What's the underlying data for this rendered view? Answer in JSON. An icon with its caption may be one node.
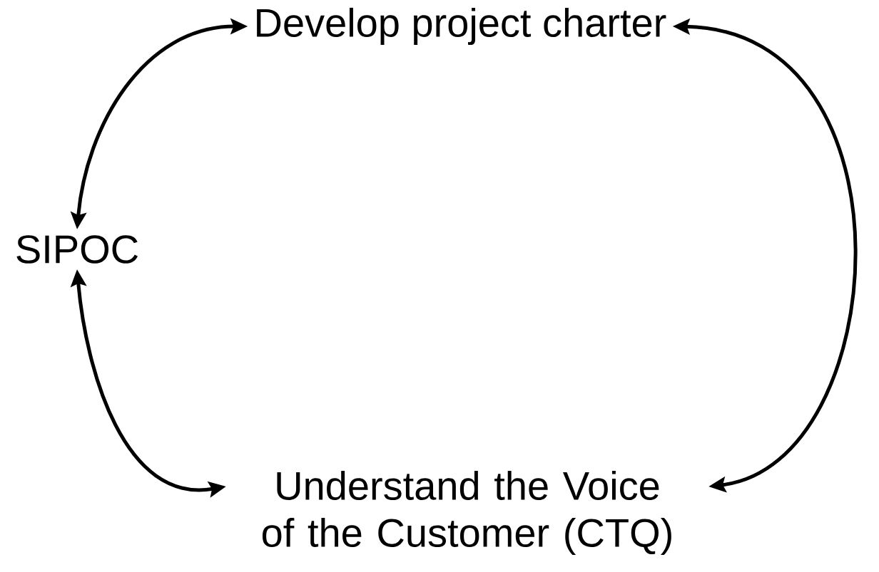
{
  "diagram": {
    "nodes": [
      {
        "text": [
          "Develop project charter"
        ]
      },
      {
        "text": [
          "SIPOC"
        ]
      },
      {
        "text": [
          "Understand the Voice of the Customer (CTQ)"
        ]
      }
    ],
    "edges": [
      {
        "from": 0,
        "to": 1,
        "arrow": "both"
      },
      {
        "from": 1,
        "to": 2,
        "arrow": "both"
      },
      {
        "from": 0,
        "to": 2,
        "arrow": "both"
      }
    ]
  }
}
